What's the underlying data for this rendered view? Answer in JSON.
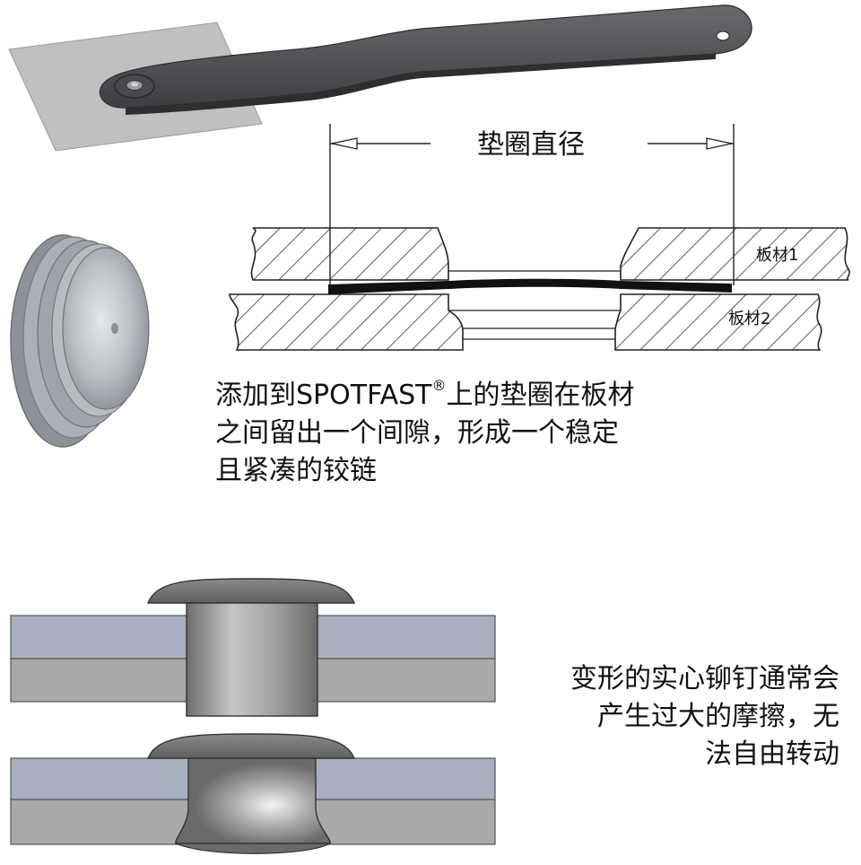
{
  "diagram": {
    "dimension_label": "垫圈直径",
    "plate1_label": "板材1",
    "plate2_label": "板材2"
  },
  "captions": {
    "top": {
      "line1_before": "添加到SPOTFAST",
      "line1_reg": "®",
      "line1_after": "上的垫圈在板材",
      "line2": "之间留出一个间隙，形成一个稳定",
      "line3": "且紧凑的铰链"
    },
    "bottom": {
      "line1": "变形的实心铆钉通常会",
      "line2": "产生过大的摩擦，无",
      "line3": "法自由转动"
    }
  },
  "colors": {
    "plate_top": "#a8b0c0",
    "plate_bottom": "#a9a9a9",
    "tab_dark": "#5a5a5e",
    "sheet": "#b4b6b8",
    "hatch": "#333333",
    "washer_band": "#111111"
  },
  "icons": {
    "washer": "galvanized-washer-photo",
    "arrow": "dimension-arrow"
  }
}
